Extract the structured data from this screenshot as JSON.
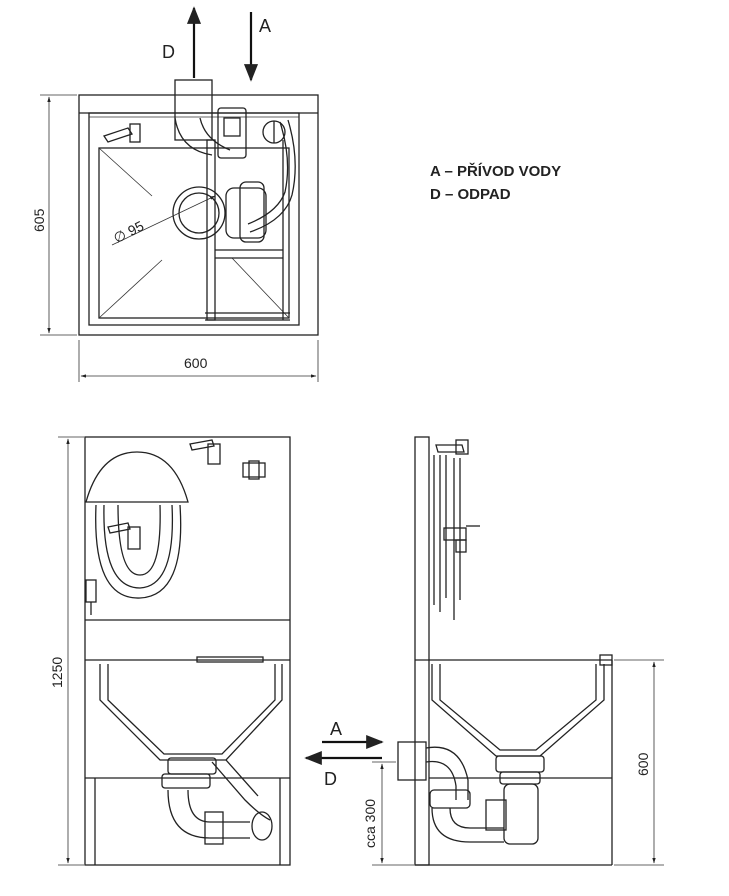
{
  "labels": {
    "supply_letter": "A",
    "waste_letter": "D"
  },
  "legend": {
    "line_a": "A – PŘÍVOD VODY",
    "line_d": "D – ODPAD"
  },
  "dimensions": {
    "top_height": "605",
    "top_width": "600",
    "drain_diameter": "∅ 95",
    "total_height": "1250",
    "bowl_height": "600",
    "outlet_height": "cca 300"
  }
}
